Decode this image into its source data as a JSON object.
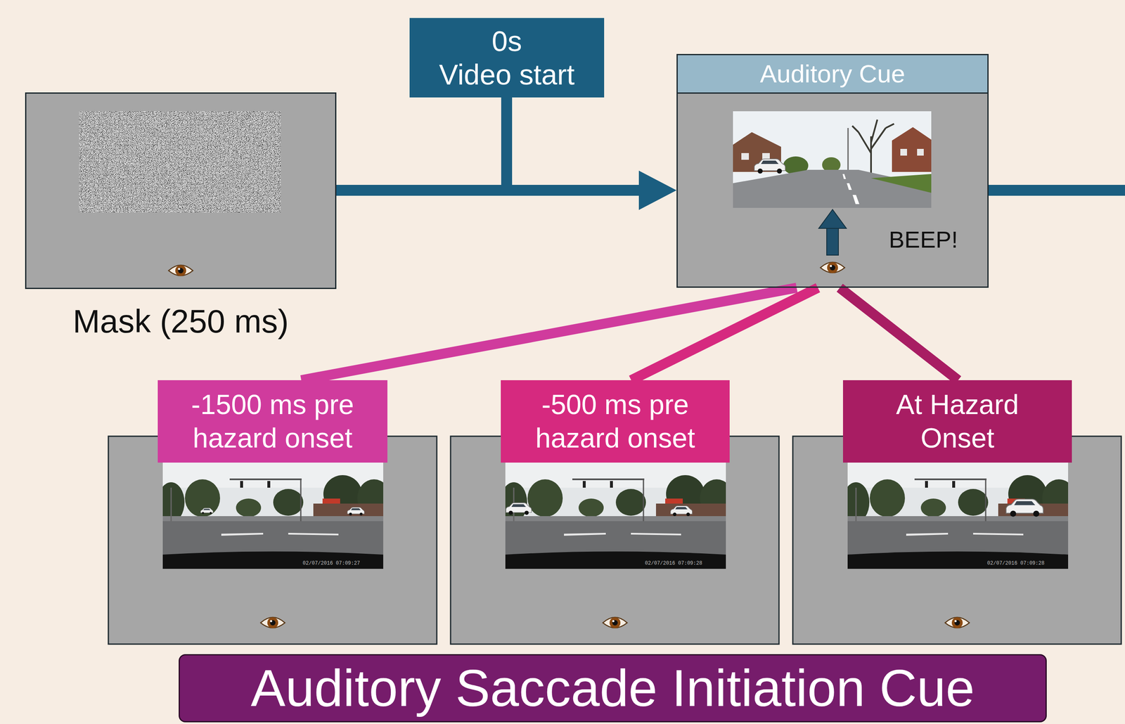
{
  "diagram": {
    "nodes": [
      {
        "text": [
          "Mask (250 ms)"
        ]
      },
      {
        "text": [
          "0s",
          "Video start"
        ]
      },
      {
        "text": [
          "Auditory Cue",
          "BEEP!"
        ]
      },
      {
        "text": [
          "-1500 ms pre hazard onset"
        ]
      },
      {
        "text": [
          "-500 ms pre hazard onset"
        ]
      },
      {
        "text": [
          "At Hazard Onset"
        ]
      },
      {
        "text": [
          "Auditory Saccade Initiation Cue"
        ]
      }
    ],
    "edges": [
      {
        "from": 0,
        "to": 2,
        "arrow": "to"
      },
      {
        "from": 2,
        "to": 3,
        "arrow": "none"
      },
      {
        "from": 2,
        "to": 4,
        "arrow": "none"
      },
      {
        "from": 2,
        "to": 5,
        "arrow": "none"
      }
    ],
    "labels": [
      "02/07/2016 07:09:27",
      "02/07/2016 07:09:28",
      "02/07/2016 07:09:28"
    ]
  }
}
